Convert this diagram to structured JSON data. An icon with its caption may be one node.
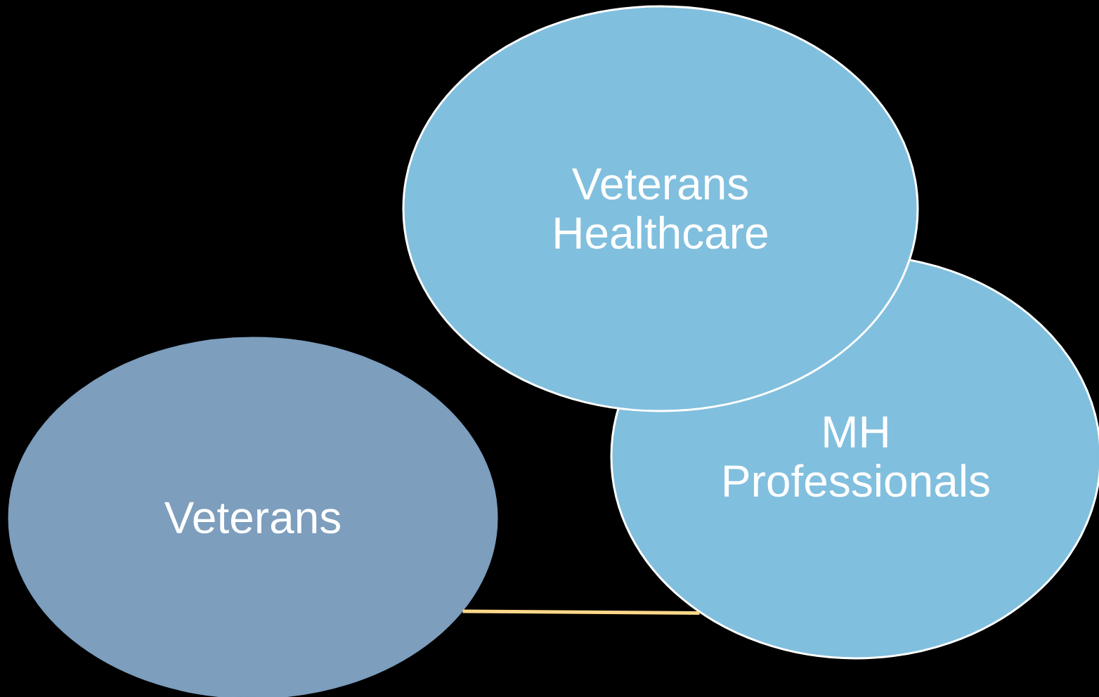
{
  "diagram": {
    "nodes": [
      {
        "text": [
          "Veterans Healthcare"
        ]
      },
      {
        "text": [
          "MH Professionals"
        ]
      },
      {
        "text": [
          "Veterans"
        ]
      }
    ],
    "edges": [
      {
        "from": 2,
        "to": 1,
        "arrow": "none",
        "color": "#fdd88a"
      }
    ]
  }
}
